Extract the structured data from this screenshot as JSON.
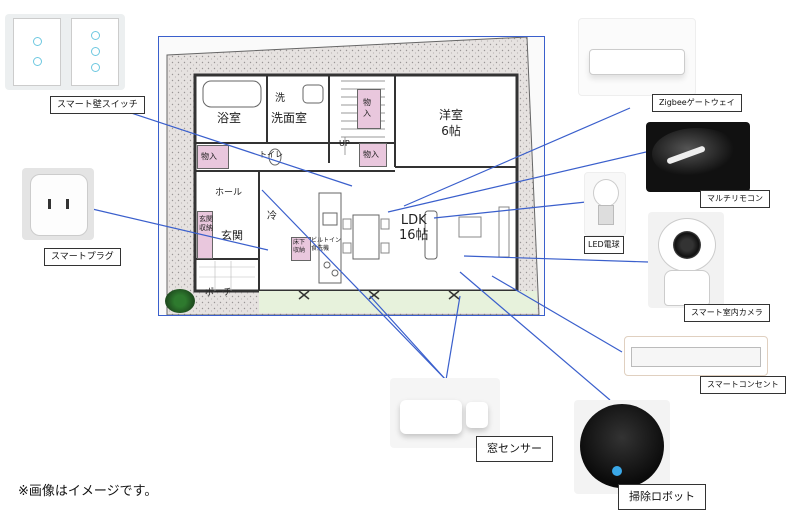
{
  "floorplan": {
    "rooms": {
      "bath": "浴室",
      "wash_top": "洗",
      "washroom": "洗面室",
      "storage_top": "物\n入",
      "western": "洋室\n6帖",
      "storage_left": "物入",
      "toilet": "トイレ",
      "up": "UP",
      "storage_right": "物入",
      "hall": "ホール",
      "fridge": "冷",
      "entrance_storage": "玄関\n収納",
      "entrance": "玄関",
      "underfloor": "床下\n収納",
      "pantry": "ビルトイン\n食洗機",
      "ldk": "LDK\n16帖",
      "porch": "ポーチ"
    }
  },
  "devices": {
    "smart_switch": "スマート壁スイッチ",
    "zigbee_gateway": "Zigbeeゲートウェイ",
    "multi_sensor": "マルチリモコン",
    "led_bulb": "LED電球",
    "smart_plug": "スマートプラグ",
    "indoor_camera": "スマート室内カメラ",
    "smart_outlet": "スマートコンセント",
    "window_sensor": "窓センサー",
    "robot_vacuum": "掃除ロボット"
  },
  "note": "※画像はイメージです。"
}
